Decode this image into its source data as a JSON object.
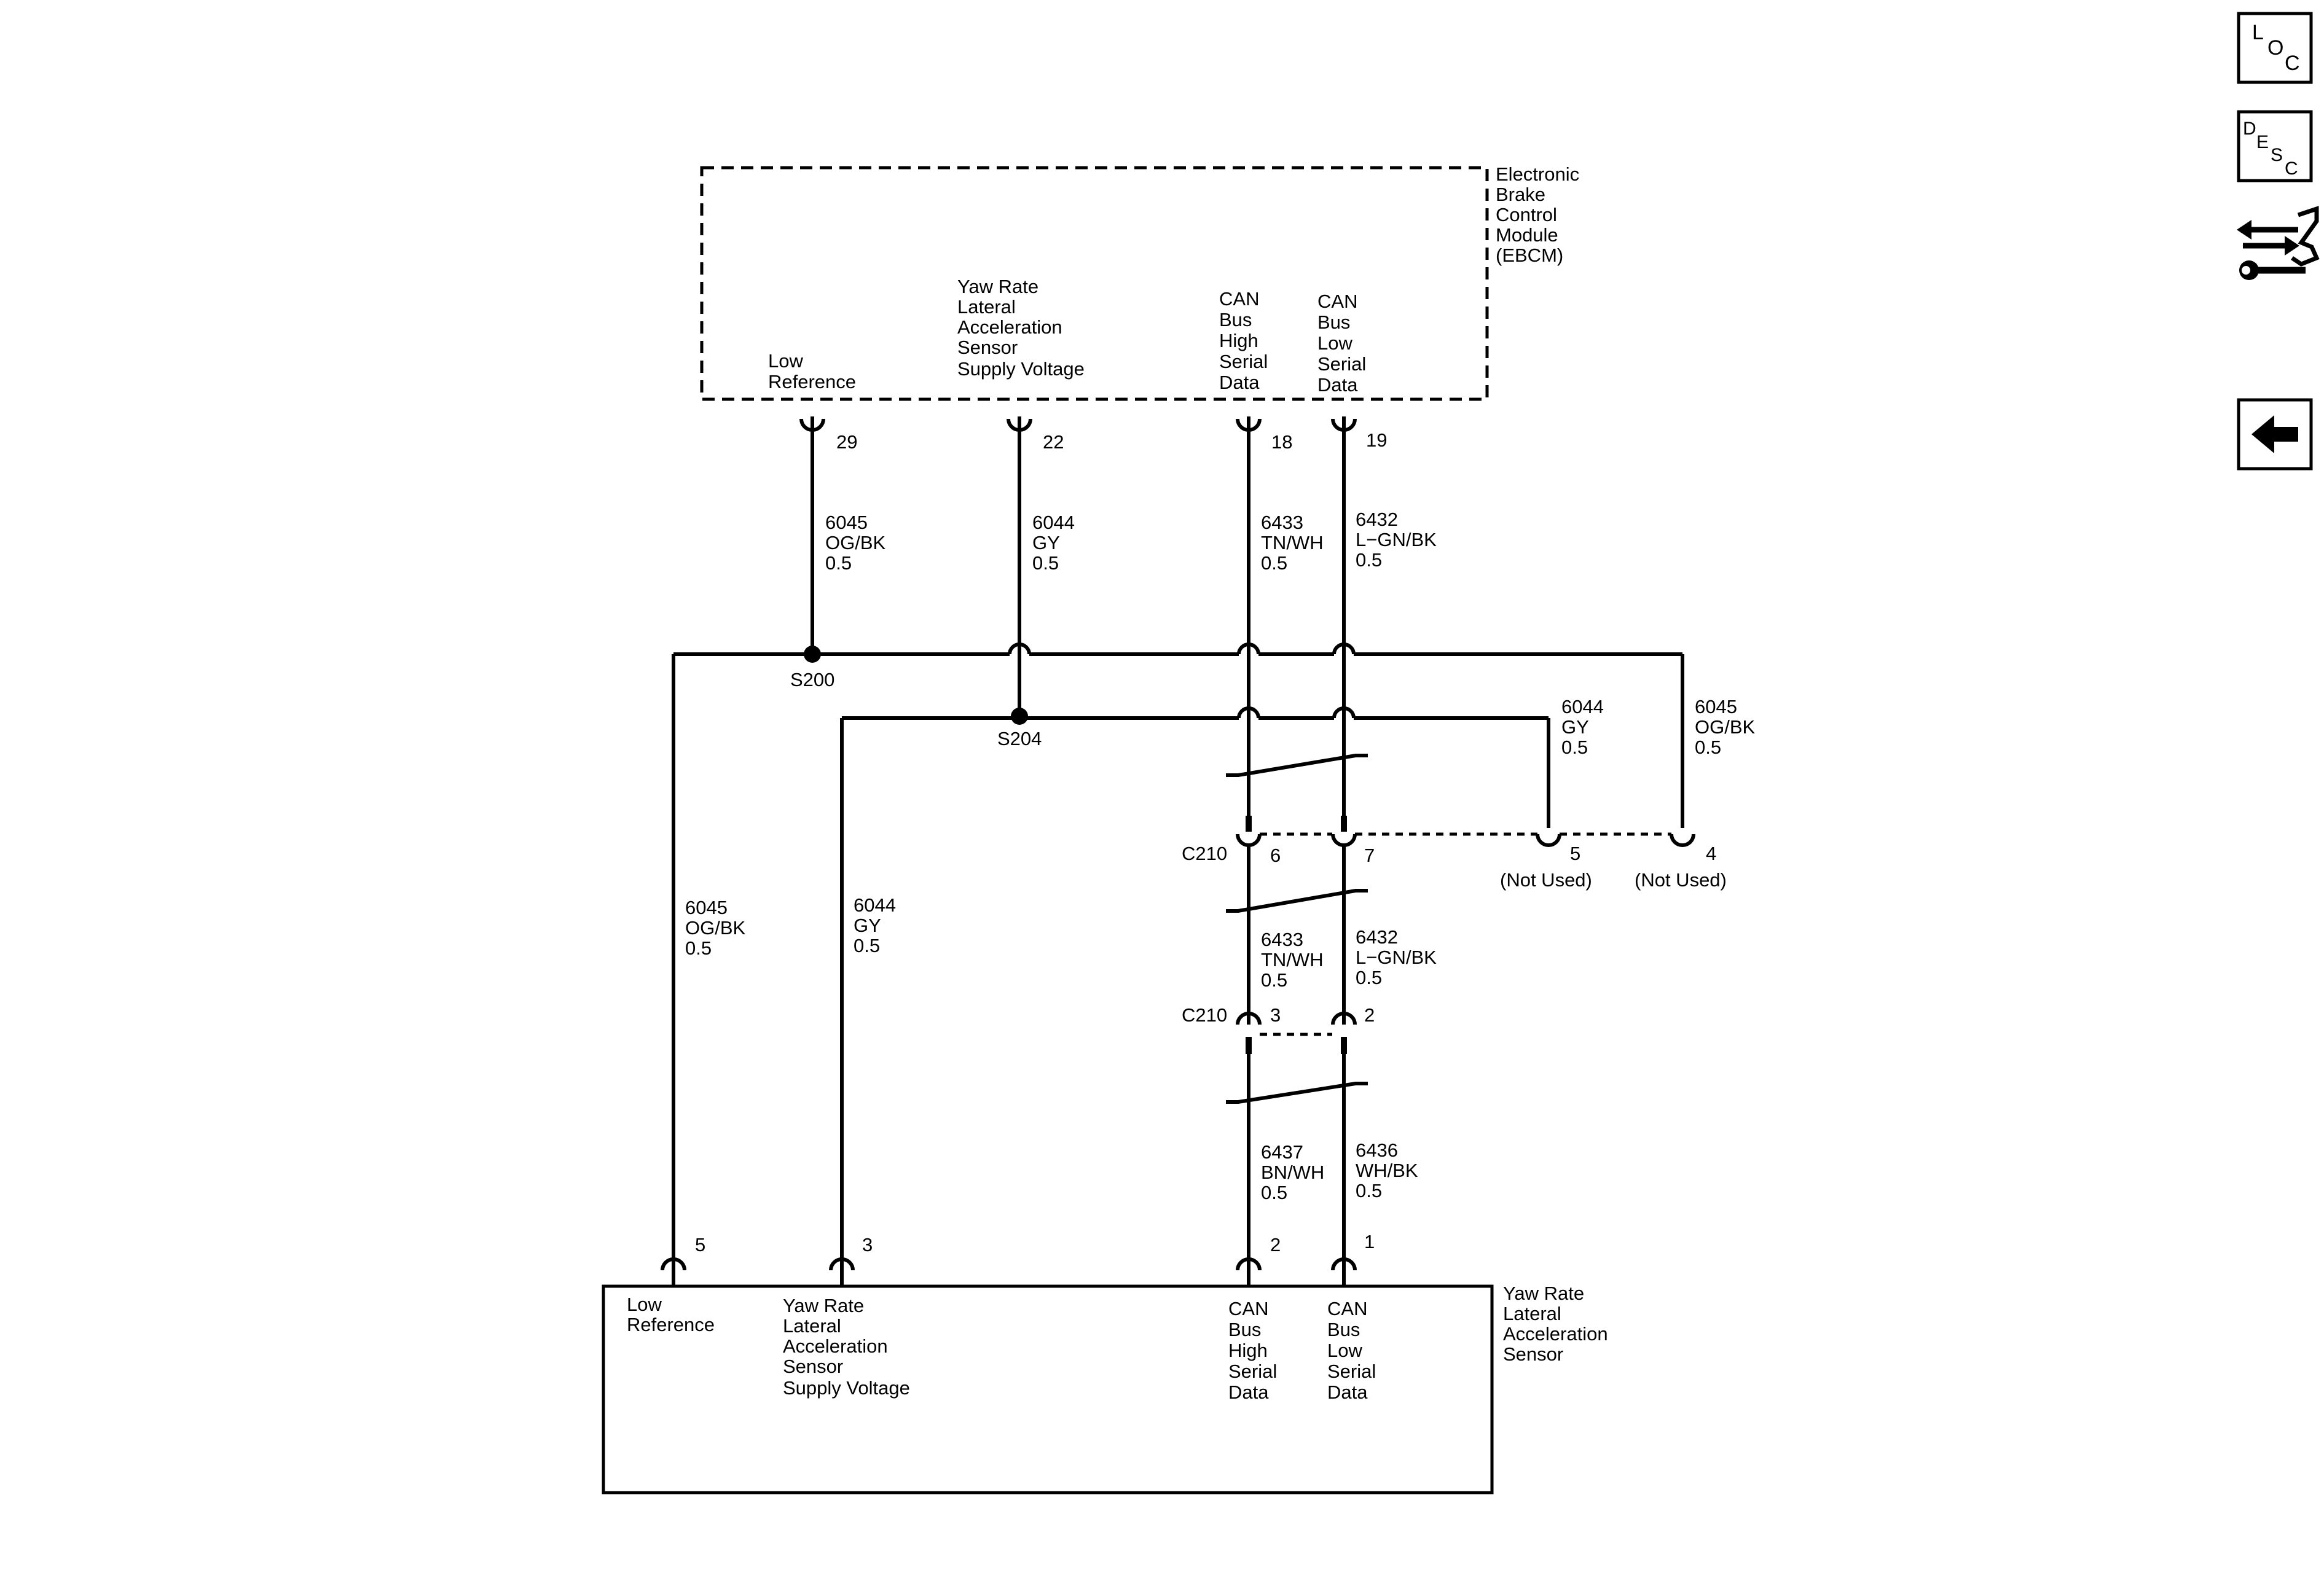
{
  "ebcm": {
    "title": [
      "Electronic",
      "Brake",
      "Control",
      "Module",
      "(EBCM)"
    ],
    "pins": [
      {
        "label": [
          "Low",
          "Reference"
        ],
        "pin": "29",
        "wire": [
          "6045",
          "OG/BK",
          "0.5"
        ]
      },
      {
        "label": [
          "Yaw Rate",
          "Lateral",
          "Acceleration",
          "Sensor",
          "Supply Voltage"
        ],
        "pin": "22",
        "wire": [
          "6044",
          "GY",
          "0.5"
        ]
      },
      {
        "label": [
          "CAN",
          "Bus",
          "High",
          "Serial",
          "Data"
        ],
        "pin": "18",
        "wire": [
          "6433",
          "TN/WH",
          "0.5"
        ]
      },
      {
        "label": [
          "CAN",
          "Bus",
          "Low",
          "Serial",
          "Data"
        ],
        "pin": "19",
        "wire": [
          "6432",
          "L−GN/BK",
          "0.5"
        ]
      }
    ]
  },
  "splices": {
    "s200": "S200",
    "s204": "S204",
    "right_gy": [
      "6044",
      "GY",
      "0.5"
    ],
    "right_og": [
      "6045",
      "OG/BK",
      "0.5"
    ],
    "left_og": [
      "6045",
      "OG/BK",
      "0.5"
    ],
    "left_gy": [
      "6044",
      "GY",
      "0.5"
    ]
  },
  "connector_upper": {
    "name": "C210",
    "pins": [
      "6",
      "7",
      "5",
      "4"
    ],
    "not_used": "(Not Used)",
    "wires": [
      [
        "6433",
        "TN/WH",
        "0.5"
      ],
      [
        "6432",
        "L−GN/BK",
        "0.5"
      ]
    ]
  },
  "connector_lower": {
    "name": "C210",
    "pins": [
      "3",
      "2"
    ],
    "wires": [
      [
        "6437",
        "BN/WH",
        "0.5"
      ],
      [
        "6436",
        "WH/BK",
        "0.5"
      ]
    ]
  },
  "sensor": {
    "title": [
      "Yaw Rate",
      "Lateral",
      "Acceleration",
      "Sensor"
    ],
    "pins": [
      {
        "label": [
          "Low",
          "Reference"
        ],
        "pin": "5"
      },
      {
        "label": [
          "Yaw Rate",
          "Lateral",
          "Acceleration",
          "Sensor",
          "Supply Voltage"
        ],
        "pin": "3"
      },
      {
        "label": [
          "CAN",
          "Bus",
          "High",
          "Serial",
          "Data"
        ],
        "pin": "2"
      },
      {
        "label": [
          "CAN",
          "Bus",
          "Low",
          "Serial",
          "Data"
        ],
        "pin": "1"
      }
    ]
  },
  "nav": {
    "loc": [
      "L",
      "O",
      "C"
    ],
    "desc": [
      "D",
      "E",
      "S",
      "C"
    ]
  }
}
